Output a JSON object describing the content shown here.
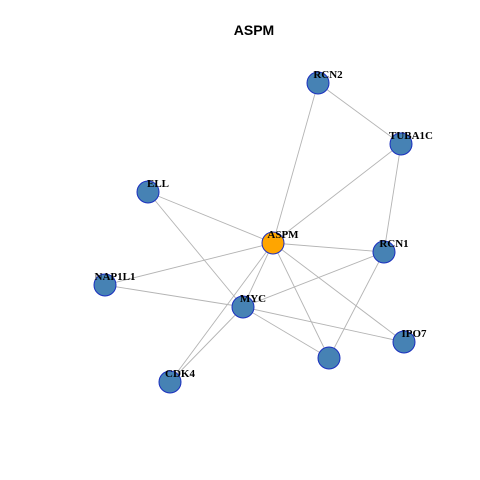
{
  "title": "ASPM",
  "colors": {
    "center_node": "#FFA500",
    "node": "#4682B4",
    "node_border": "#1a2fbf",
    "edge": "#b4b4b4"
  },
  "nodes": [
    {
      "id": "ASPM",
      "label": "ASPM",
      "center": true
    },
    {
      "id": "RCN2",
      "label": "RCN2"
    },
    {
      "id": "TUBA1C",
      "label": "TUBA1C"
    },
    {
      "id": "ELL",
      "label": "ELL"
    },
    {
      "id": "RCN1",
      "label": "RCN1"
    },
    {
      "id": "NAP1L1",
      "label": "NAP1L1"
    },
    {
      "id": "MYC",
      "label": "MYC"
    },
    {
      "id": "IPO7",
      "label": "IPO7"
    },
    {
      "id": "UNLABELED",
      "label": ""
    },
    {
      "id": "CDK4",
      "label": "CDK4"
    }
  ],
  "edges": [
    [
      "ASPM",
      "RCN2"
    ],
    [
      "ASPM",
      "TUBA1C"
    ],
    [
      "ASPM",
      "ELL"
    ],
    [
      "ASPM",
      "RCN1"
    ],
    [
      "ASPM",
      "NAP1L1"
    ],
    [
      "ASPM",
      "MYC"
    ],
    [
      "ASPM",
      "IPO7"
    ],
    [
      "ASPM",
      "UNLABELED"
    ],
    [
      "ASPM",
      "CDK4"
    ],
    [
      "RCN2",
      "TUBA1C"
    ],
    [
      "TUBA1C",
      "RCN1"
    ],
    [
      "ELL",
      "MYC"
    ],
    [
      "NAP1L1",
      "MYC"
    ],
    [
      "MYC",
      "RCN1"
    ],
    [
      "MYC",
      "IPO7"
    ],
    [
      "MYC",
      "UNLABELED"
    ],
    [
      "MYC",
      "CDK4"
    ],
    [
      "RCN1",
      "UNLABELED"
    ]
  ]
}
